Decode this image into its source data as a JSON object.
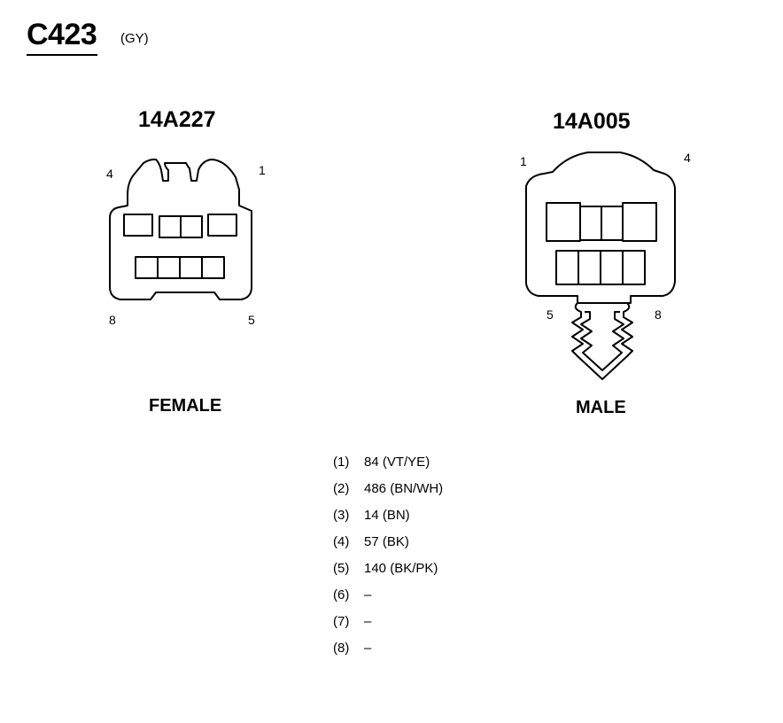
{
  "connector": {
    "id": "C423",
    "color": "(GY)"
  },
  "female": {
    "part_number": "14A227",
    "label": "FEMALE",
    "pin_labels": {
      "top_left": "4",
      "top_right": "1",
      "bottom_left": "8",
      "bottom_right": "5"
    }
  },
  "male": {
    "part_number": "14A005",
    "label": "MALE",
    "pin_labels": {
      "top_left": "1",
      "top_right": "4",
      "bottom_left": "5",
      "bottom_right": "8"
    }
  },
  "pins": [
    {
      "num": "(1)",
      "circuit": "84 (VT/YE)"
    },
    {
      "num": "(2)",
      "circuit": "486 (BN/WH)"
    },
    {
      "num": "(3)",
      "circuit": "14 (BN)"
    },
    {
      "num": "(4)",
      "circuit": "57 (BK)"
    },
    {
      "num": "(5)",
      "circuit": "140 (BK/PK)"
    },
    {
      "num": "(6)",
      "circuit": "–"
    },
    {
      "num": "(7)",
      "circuit": "–"
    },
    {
      "num": "(8)",
      "circuit": "–"
    }
  ]
}
